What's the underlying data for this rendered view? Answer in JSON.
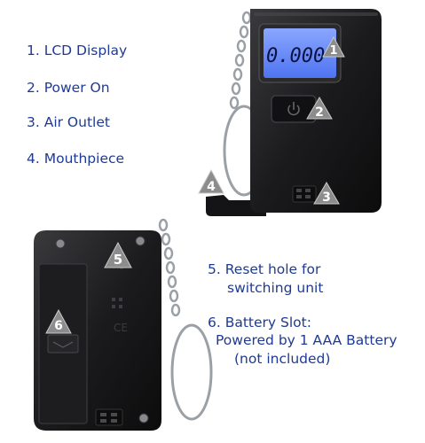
{
  "legend": {
    "items": [
      {
        "num": "1",
        "label": "1. LCD Display"
      },
      {
        "num": "2",
        "label": "2. Power On"
      },
      {
        "num": "3",
        "label": "3. Air Outlet"
      },
      {
        "num": "4",
        "label": "4. Mouthpiece"
      },
      {
        "num": "5",
        "label_lines": [
          "5. Reset hole for",
          "switching unit"
        ]
      },
      {
        "num": "6",
        "label_lines": [
          "6. Battery Slot:",
          "Powered by 1 AAA Battery",
          "(not included)"
        ]
      }
    ]
  },
  "device": {
    "display_reading": "0.000",
    "back_mark": "CE"
  },
  "markers": [
    "1",
    "2",
    "3",
    "4",
    "5",
    "6"
  ],
  "colors": {
    "label_text": "#1f3a93",
    "device_body": "#1b1b1d",
    "lcd_screen": "#5c82ff",
    "lcd_text": "#0a1340",
    "marker_fill": "#8c8c8c",
    "marker_text": "#ffffff",
    "keyring": "#9aa0a6"
  }
}
